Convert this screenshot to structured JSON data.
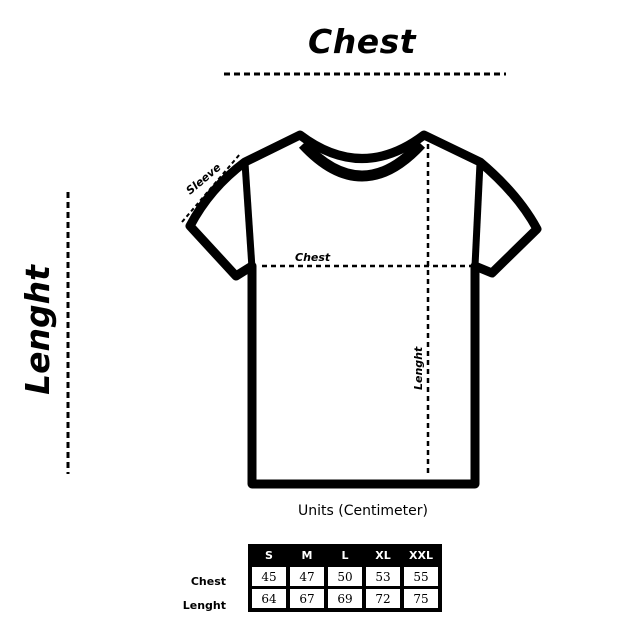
{
  "diagram": {
    "top_label": "Chest",
    "side_label": "Lenght",
    "inner_chest_label": "Chest",
    "inner_length_label": "Lenght",
    "sleeve_label": "Sleeve",
    "units_label": "Units (Centimeter)"
  },
  "size_table": {
    "headers": [
      "S",
      "M",
      "L",
      "XL",
      "XXL"
    ],
    "rows": [
      {
        "label": "Chest",
        "values": [
          "45",
          "47",
          "50",
          "53",
          "55"
        ]
      },
      {
        "label": "Lenght",
        "values": [
          "64",
          "67",
          "69",
          "72",
          "75"
        ]
      }
    ]
  },
  "colors": {
    "ink": "#000000",
    "background": "#ffffff"
  }
}
